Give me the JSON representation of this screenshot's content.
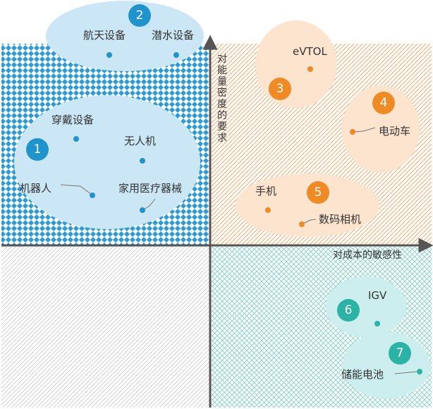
{
  "axes": {
    "x_label": "对成本的敏感性",
    "y_label": "对能量密度的要求"
  },
  "colors": {
    "blue": "#1f93cc",
    "blue_light": "#cbe7f5",
    "orange": "#f08a24",
    "orange_light": "#fde4cf",
    "teal": "#2bb3a6",
    "teal_light": "#cdeeee",
    "axis": "#555555"
  },
  "groups": [
    {
      "number": "1",
      "items": [
        "穿戴设备",
        "无人机",
        "机器人",
        "家用医疗器械"
      ]
    },
    {
      "number": "2",
      "items": [
        "航天设备",
        "潜水设备"
      ]
    },
    {
      "number": "3",
      "items": [
        "eVTOL"
      ]
    },
    {
      "number": "4",
      "items": [
        "电动车"
      ]
    },
    {
      "number": "5",
      "items": [
        "手机",
        "数码相机"
      ]
    },
    {
      "number": "6",
      "items": [
        "IGV"
      ]
    },
    {
      "number": "7",
      "items": [
        "储能电池"
      ]
    }
  ]
}
